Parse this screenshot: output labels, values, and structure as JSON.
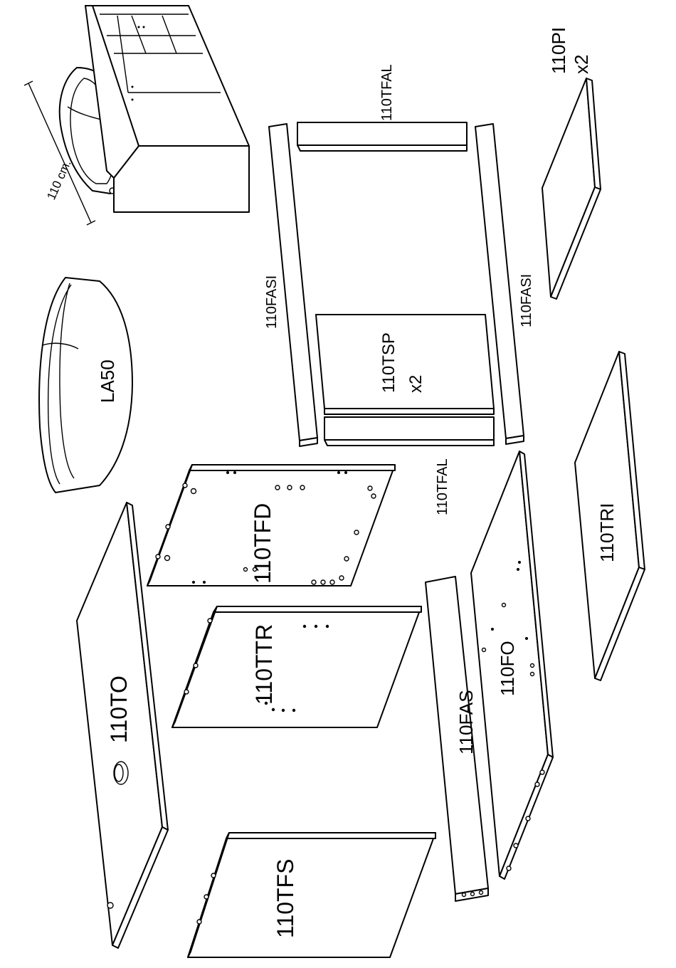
{
  "dimension": "110 cm.",
  "parts": {
    "to": "110TO",
    "tfs": "110TFS",
    "ttr": "110TTR",
    "tfd": "110TFD",
    "la": "LA50",
    "fas": "110FAS",
    "fo": "110FO",
    "tri": "110TRI",
    "pi": "110PI",
    "pi_qty": "x2",
    "tsp": "110TSP",
    "tsp_qty": "x2",
    "fasi_left": "110FASI",
    "fasi_right": "110FASI",
    "tfal_top": "110TFAL",
    "tfal_bottom": "110TFAL"
  }
}
